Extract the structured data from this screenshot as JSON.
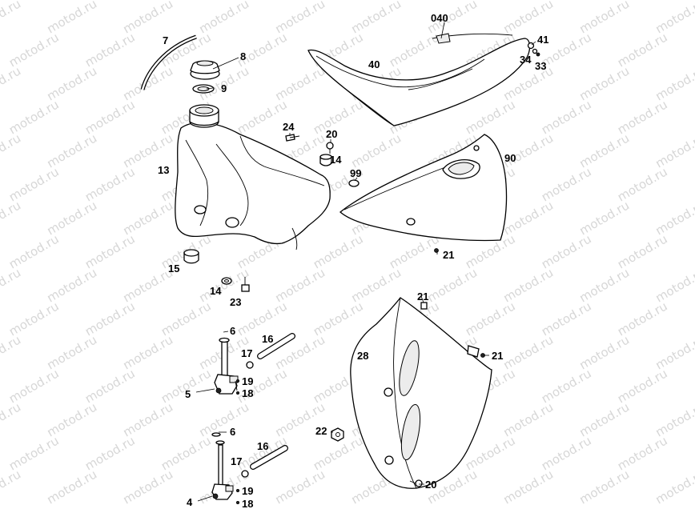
{
  "watermark": "motod.ru",
  "callouts": {
    "c040": "040",
    "c41": "41",
    "c34": "34",
    "c33": "33",
    "c40": "40",
    "c7": "7",
    "c8": "8",
    "c9": "9",
    "c13": "13",
    "c24": "24",
    "c20a": "20",
    "c14a": "14",
    "c99": "99",
    "c90": "90",
    "c21a": "21",
    "c15": "15",
    "c14b": "14",
    "c23": "23",
    "c21b": "21",
    "c21c": "21",
    "c28": "28",
    "c6a": "6",
    "c16a": "16",
    "c17a": "17",
    "c19a": "19",
    "c18a": "18",
    "c5": "5",
    "c22": "22",
    "c20b": "20",
    "c6b": "6",
    "c16b": "16",
    "c17b": "17",
    "c19b": "19",
    "c18b": "18",
    "c4": "4"
  }
}
